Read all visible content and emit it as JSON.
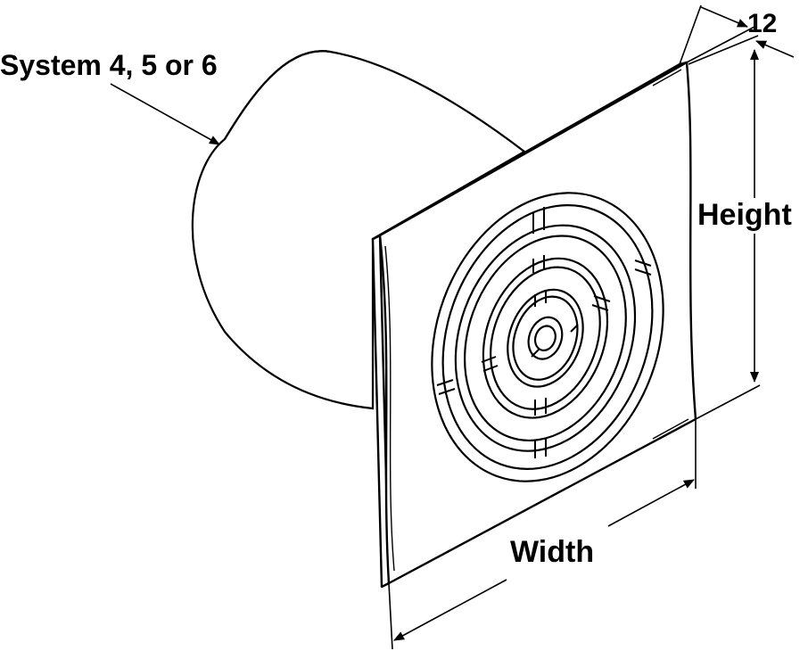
{
  "labels": {
    "system": "System 4, 5 or 6",
    "depth": "12",
    "height": "Height",
    "width": "Width"
  },
  "colors": {
    "line": "#000000",
    "background": "#ffffff"
  }
}
